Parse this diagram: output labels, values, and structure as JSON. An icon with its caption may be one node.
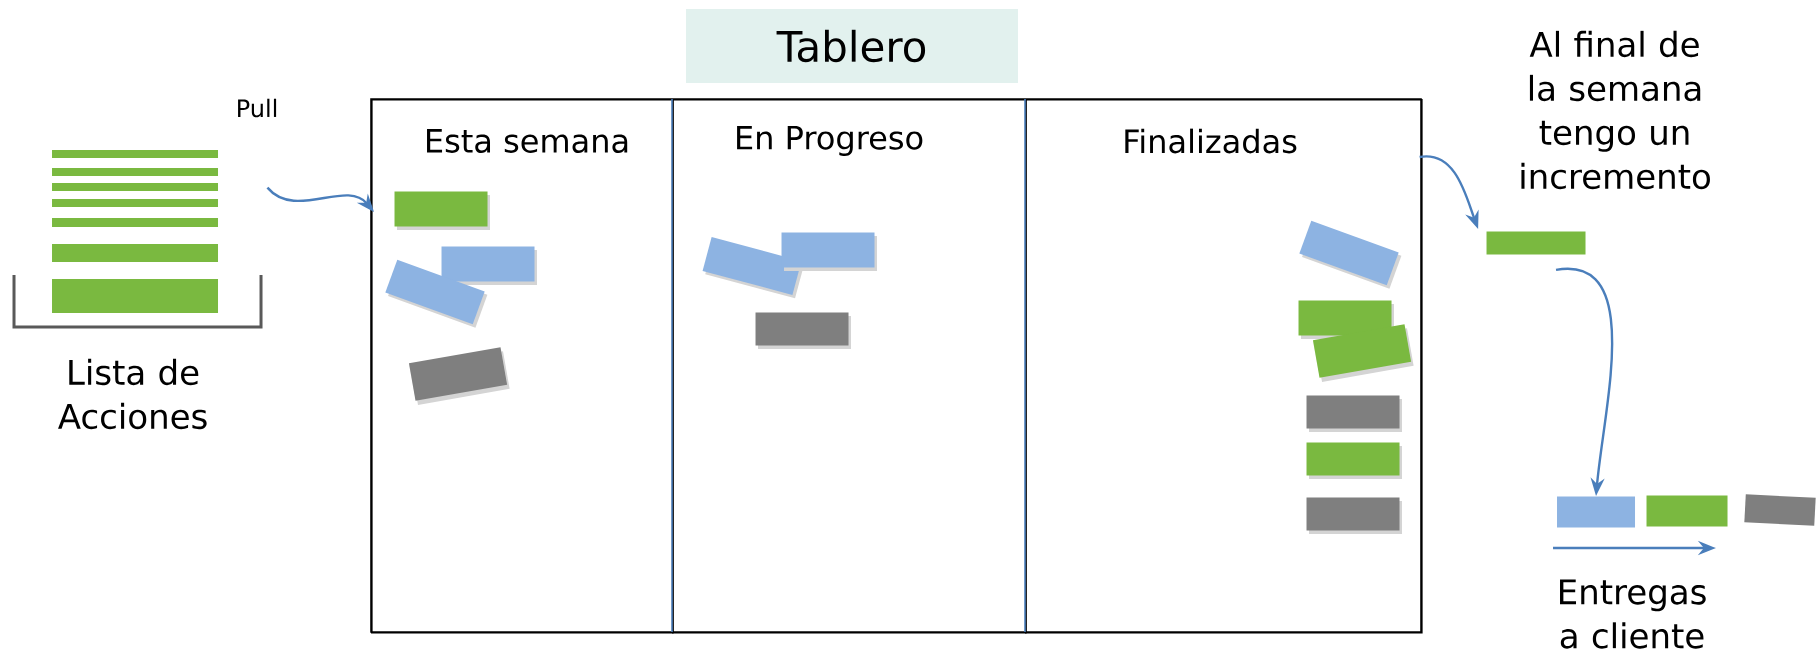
{
  "diagram": {
    "nodes": [
      {
        "text": [
          "Tablero"
        ]
      },
      {
        "text": [],
        "shape": "box"
      },
      {
        "text": [
          "Esta semana"
        ],
        "in": 1
      },
      {
        "text": [
          "En Progreso"
        ],
        "in": 1
      },
      {
        "text": [
          "Finalizadas"
        ],
        "in": 1
      },
      {
        "text": [
          "Lista de Acciones"
        ]
      },
      {
        "text": [],
        "shape": "bar"
      },
      {
        "text": [],
        "shape": "bar"
      },
      {
        "text": [],
        "shape": "bar"
      },
      {
        "text": [],
        "shape": "bar"
      },
      {
        "text": [],
        "shape": "bar",
        "in": 2
      },
      {
        "text": [],
        "shape": "bar",
        "in": 2
      },
      {
        "text": [],
        "shape": "bar",
        "in": 2
      },
      {
        "text": [],
        "shape": "bar",
        "in": 2
      },
      {
        "text": [],
        "shape": "bar",
        "in": 3
      },
      {
        "text": [],
        "shape": "bar",
        "in": 3
      },
      {
        "text": [],
        "shape": "bar",
        "in": 3
      },
      {
        "text": [],
        "shape": "bar",
        "in": 4
      },
      {
        "text": [],
        "shape": "bar",
        "in": 4
      },
      {
        "text": [],
        "shape": "bar",
        "in": 4
      },
      {
        "text": [],
        "shape": "bar",
        "in": 4
      },
      {
        "text": [],
        "shape": "bar",
        "in": 4
      },
      {
        "text": [],
        "shape": "bar",
        "in": 4
      }
    ],
    "edges": [
      {
        "from": 5,
        "to": 2,
        "arrow": "to",
        "label": "Pull"
      },
      {
        "from": 4,
        "to": 6,
        "arrow": "to"
      },
      {
        "from": 6,
        "to": 7,
        "arrow": "to"
      }
    ],
    "labels": [
      "Al final de la semana tengo un incremento",
      "Entregas a cliente"
    ]
  }
}
